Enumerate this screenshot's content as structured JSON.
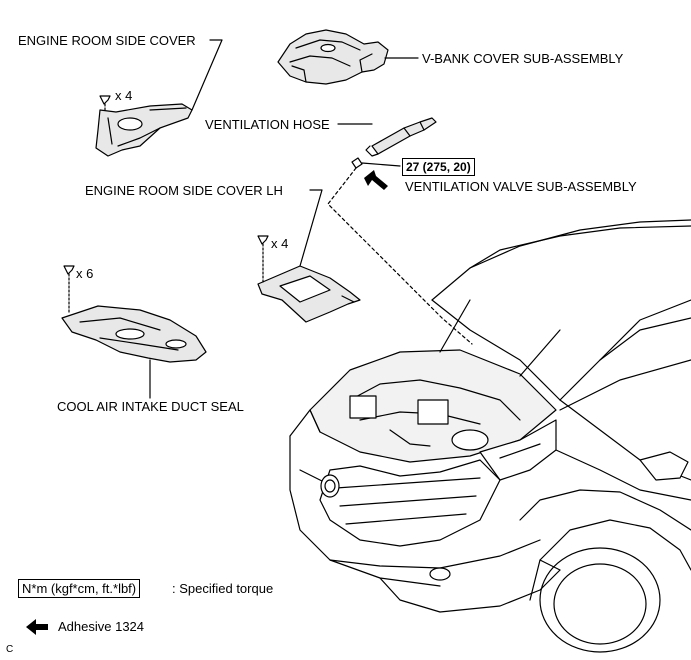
{
  "labels": {
    "engine_room_side_cover": "ENGINE ROOM SIDE COVER",
    "v_bank_cover": "V-BANK COVER SUB-ASSEMBLY",
    "ventilation_hose": "VENTILATION HOSE",
    "engine_room_side_cover_lh": "ENGINE ROOM SIDE COVER LH",
    "ventilation_valve": "VENTILATION VALVE SUB-ASSEMBLY",
    "cool_air_intake_duct_seal": "COOL AIR INTAKE DUCT SEAL"
  },
  "quantities": {
    "side_cover_clips": "x 4",
    "side_cover_lh_clips": "x 4",
    "duct_seal_clips": "x 6"
  },
  "torque": {
    "ventilation_valve": "27 (275, 20)"
  },
  "legend": {
    "torque_box": "N*m (kgf*cm, ft.*lbf)",
    "torque_desc": ": Specified torque",
    "adhesive": "Adhesive 1324"
  },
  "figure_code": "C"
}
